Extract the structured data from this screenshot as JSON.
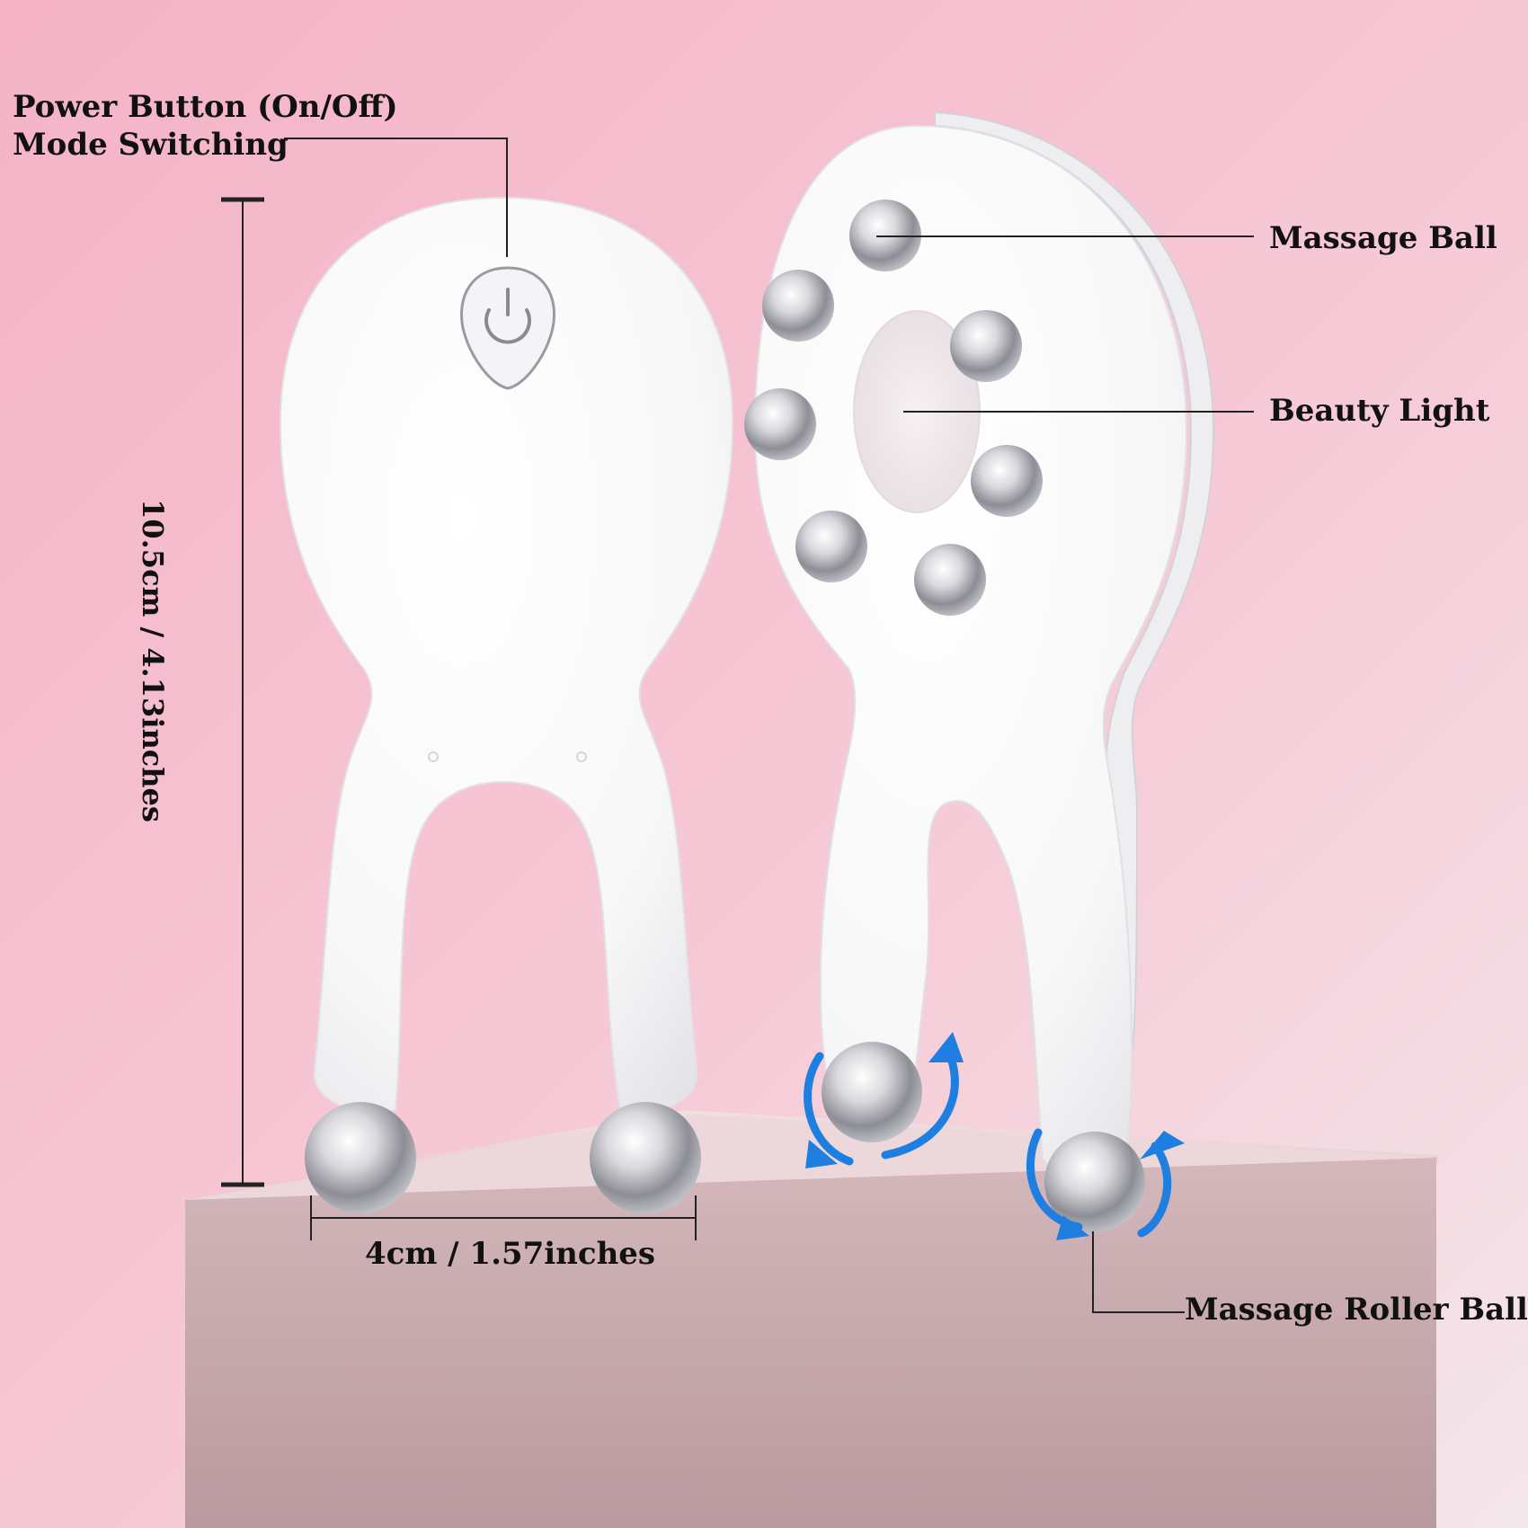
{
  "labels": {
    "power_line1": "Power Button (On/Off)",
    "power_line2": "Mode Switching",
    "massage_ball": "Massage Ball",
    "beauty_light": "Beauty Light",
    "massage_roller_ball": "Massage Roller Ball",
    "width_dimension": "4cm / 1.57inches",
    "height_dimension": "10.5cm / 4.13inches"
  },
  "colors": {
    "background_top": "#f4b6c8",
    "background_bottom": "#f6d7e0",
    "pedestal_top": "#ead3d6",
    "pedestal_front": "#c9a9ad",
    "device_body": "#ffffff",
    "chrome": "#d8d8dc",
    "rotation_arrow": "#1f7fe0",
    "annotation_line": "#222222"
  }
}
